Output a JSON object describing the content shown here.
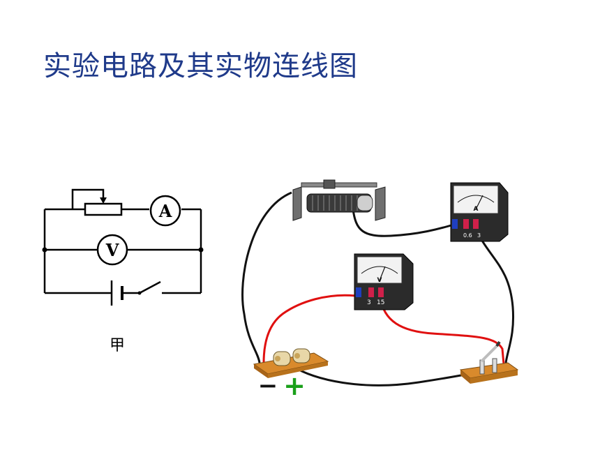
{
  "slide": {
    "title": "实验电路及其实物连线图"
  },
  "schematic": {
    "ammeter_symbol": "A",
    "voltmeter_symbol": "V",
    "caption": "甲"
  },
  "photo": {
    "ammeter_face_letter": "A",
    "ammeter_terminals": [
      "0.6",
      "3"
    ],
    "voltmeter_face_letter": "V",
    "voltmeter_terminals": [
      "3",
      "15"
    ],
    "battery_negative": "−",
    "battery_positive": "+",
    "colors": {
      "wire_black": "#111111",
      "wire_red": "#e01010",
      "base_orange": "#d98a2c",
      "plus_green": "#1aa01a"
    }
  }
}
